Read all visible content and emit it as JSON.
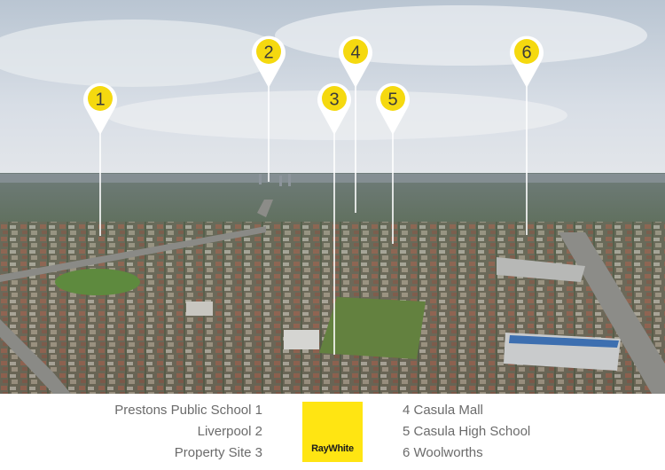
{
  "markers": [
    {
      "number": "1"
    },
    {
      "number": "2"
    },
    {
      "number": "3"
    },
    {
      "number": "4"
    },
    {
      "number": "5"
    },
    {
      "number": "6"
    }
  ],
  "legend": {
    "left": [
      "Prestons Public School 1",
      "Liverpool 2",
      "Property Site 3"
    ],
    "right": [
      "4 Casula Mall",
      "5 Casula High School",
      "6 Woolworths"
    ]
  },
  "logo": {
    "text": "RayWhite",
    "color": "#ffe512"
  },
  "colors": {
    "marker_fill": "#f5d90f",
    "pin": "#ffffff",
    "legend_text": "#6b6b6b"
  }
}
